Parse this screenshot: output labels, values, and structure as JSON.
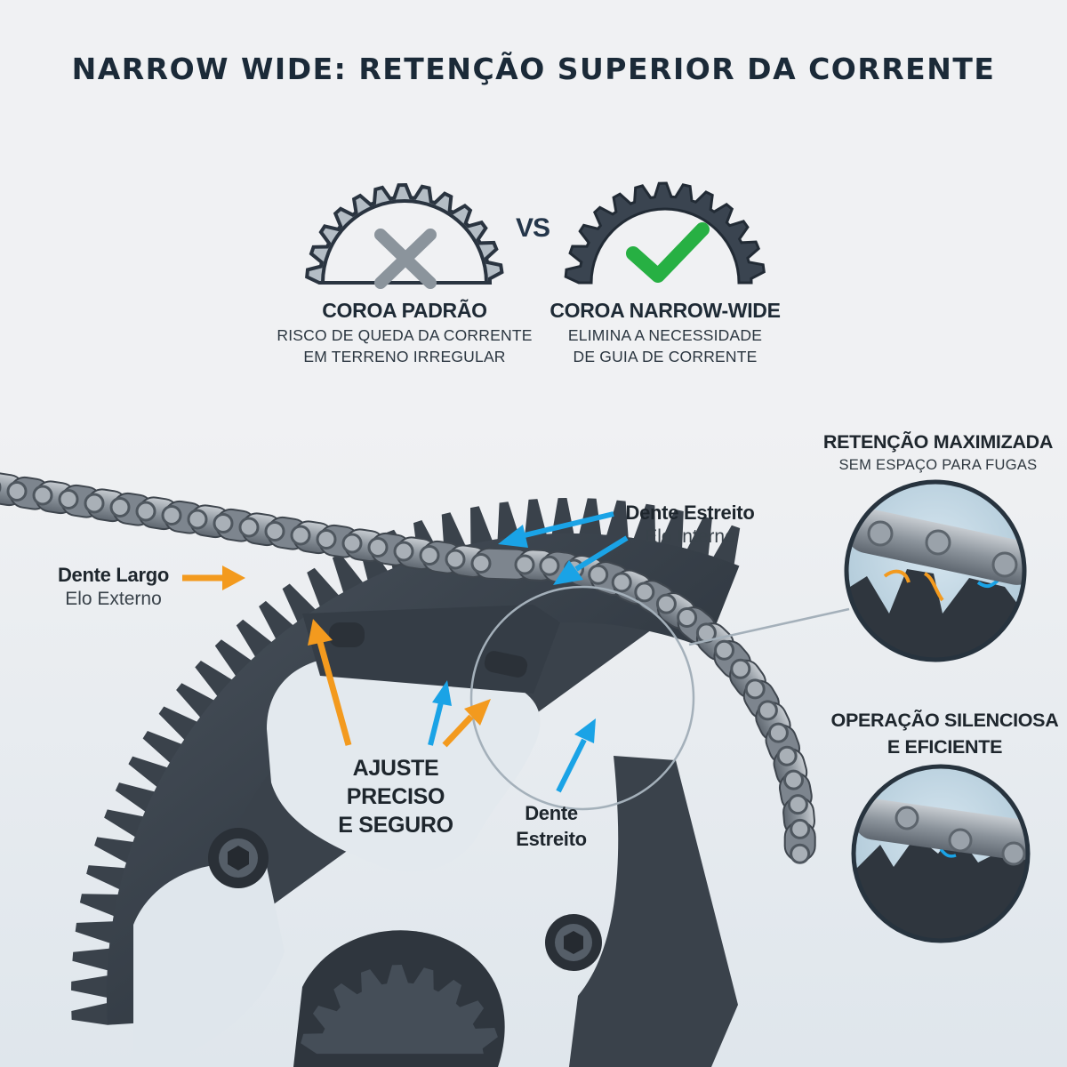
{
  "title": "NARROW WIDE: RETENÇÃO SUPERIOR DA CORRENTE",
  "comparison": {
    "standard": {
      "label": "COROA PADRÃO",
      "line1": "RISCO DE QUEDA DA CORRENTE",
      "line2": "EM TERRENO IRREGULAR",
      "icon": "x-mark-icon"
    },
    "vs": "VS",
    "narrow_wide": {
      "label": "COROA NARROW-WIDE",
      "line1": "ELIMINA A NECESSIDADE",
      "line2": "DE GUIA DE CORRENTE",
      "icon": "check-mark-icon"
    }
  },
  "callouts": {
    "wide_tooth": {
      "title": "Dente Largo",
      "sub": "Elo Externo"
    },
    "narrow_tooth_top": {
      "title": "Dente Estreito",
      "sub": "Elo Interno"
    },
    "fit": {
      "line1": "AJUSTE PRECISO",
      "line2": "E SEGURO"
    },
    "narrow_tooth_bottom": {
      "line1": "Dente",
      "line2": "Estreito"
    }
  },
  "details": {
    "retention": {
      "title": "RETENÇÃO MAXIMIZADA",
      "sub": "SEM ESPAÇO PARA FUGAS"
    },
    "silent": {
      "line1": "OPERAÇÃO SILENCIOSA",
      "line2": "E EFICIENTE"
    }
  },
  "colors": {
    "background": "#f0f1f3",
    "arrow_orange": "#f39a1e",
    "arrow_blue": "#1aa3e6",
    "check_green": "#27b043",
    "x_gray": "#8b949c",
    "crank_dark": "#353d46"
  }
}
